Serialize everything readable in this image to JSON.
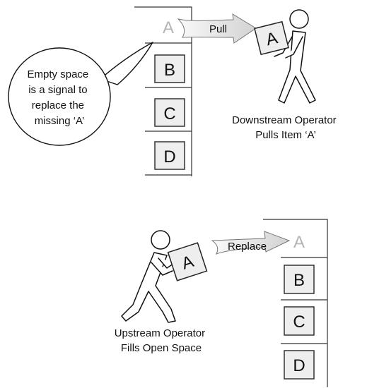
{
  "top_scene": {
    "empty_slot_letter": "A",
    "shelf_items": [
      "B",
      "C",
      "D"
    ],
    "arrow_label": "Pull",
    "carried_item": "A",
    "callout_lines": [
      "Empty space",
      "is a signal to",
      "replace the",
      "missing ‘A’"
    ],
    "caption_lines": [
      "Downstream Operator",
      "Pulls Item ‘A’"
    ]
  },
  "bottom_scene": {
    "carried_item": "A",
    "arrow_label": "Replace",
    "empty_slot_letter": "A",
    "shelf_items": [
      "B",
      "C",
      "D"
    ],
    "caption_lines": [
      "Upstream Operator",
      "Fills Open Space"
    ]
  }
}
